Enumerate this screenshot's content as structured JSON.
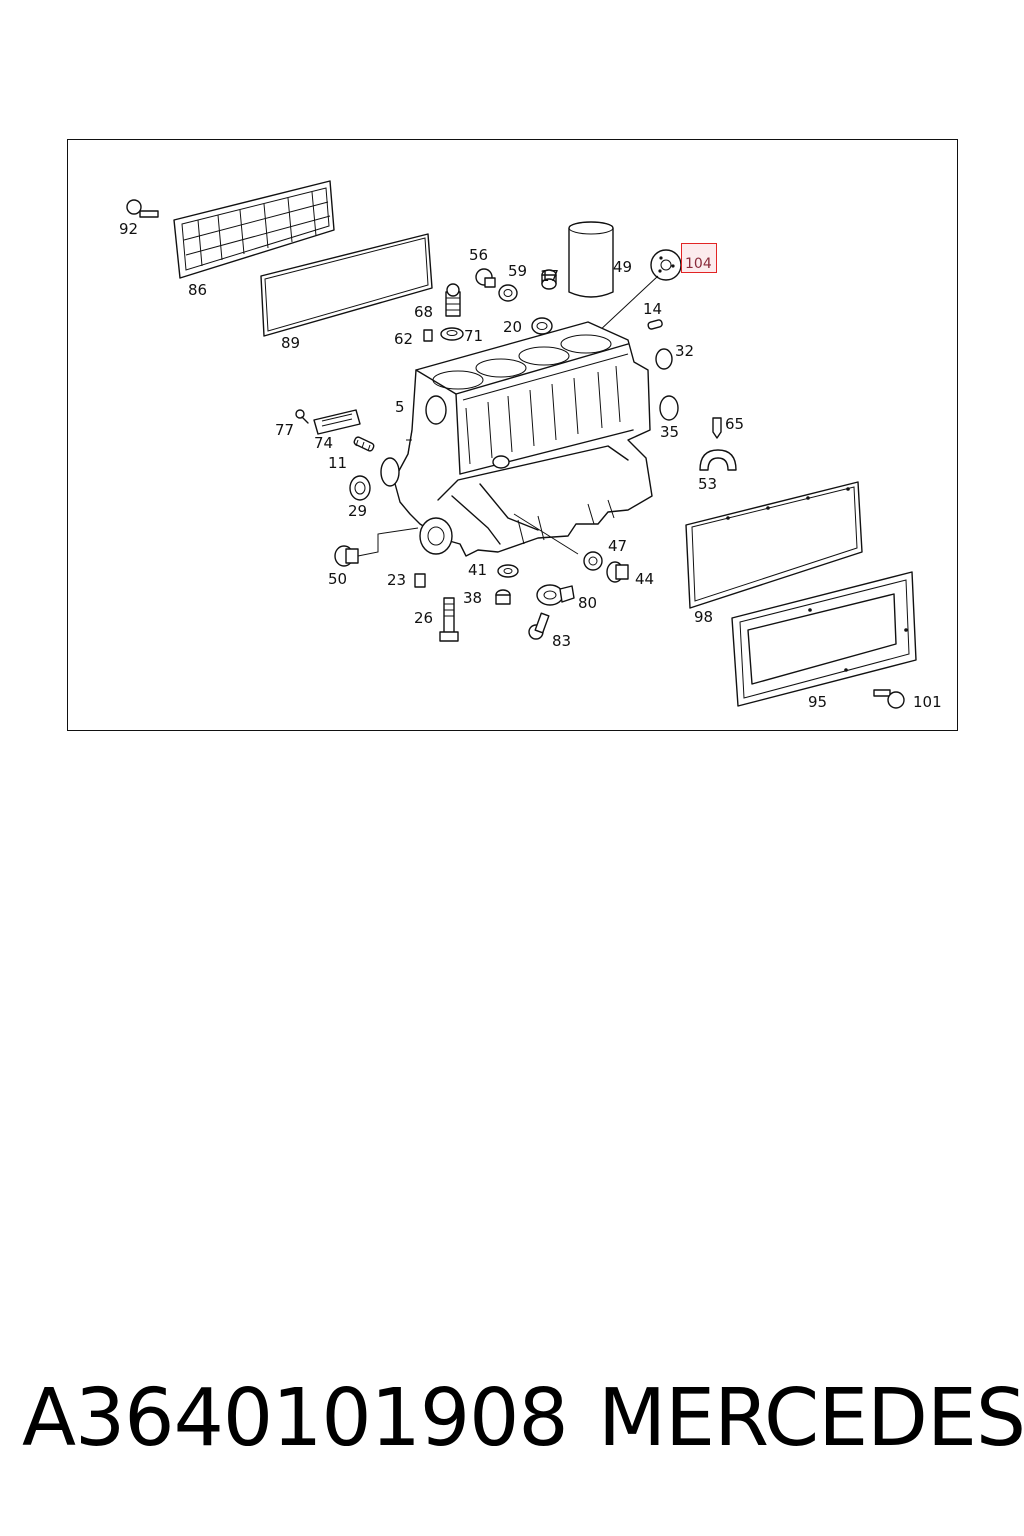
{
  "diagram": {
    "callouts": [
      {
        "id": "92",
        "label": "92"
      },
      {
        "id": "86",
        "label": "86"
      },
      {
        "id": "89",
        "label": "89"
      },
      {
        "id": "56",
        "label": "56"
      },
      {
        "id": "59",
        "label": "59"
      },
      {
        "id": "17",
        "label": "17"
      },
      {
        "id": "49",
        "label": "49"
      },
      {
        "id": "104",
        "label": "104",
        "highlighted": true
      },
      {
        "id": "68",
        "label": "68"
      },
      {
        "id": "62",
        "label": "62"
      },
      {
        "id": "71",
        "label": "71"
      },
      {
        "id": "20",
        "label": "20"
      },
      {
        "id": "14",
        "label": "14"
      },
      {
        "id": "32",
        "label": "32"
      },
      {
        "id": "5",
        "label": "5"
      },
      {
        "id": "77",
        "label": "77"
      },
      {
        "id": "74",
        "label": "74"
      },
      {
        "id": "11",
        "label": "11"
      },
      {
        "id": "35",
        "label": "35"
      },
      {
        "id": "65",
        "label": "65"
      },
      {
        "id": "53",
        "label": "53"
      },
      {
        "id": "29",
        "label": "29"
      },
      {
        "id": "50",
        "label": "50"
      },
      {
        "id": "23",
        "label": "23"
      },
      {
        "id": "41",
        "label": "41"
      },
      {
        "id": "47",
        "label": "47"
      },
      {
        "id": "44",
        "label": "44"
      },
      {
        "id": "38",
        "label": "38"
      },
      {
        "id": "80",
        "label": "80"
      },
      {
        "id": "26",
        "label": "26"
      },
      {
        "id": "83",
        "label": "83"
      },
      {
        "id": "98",
        "label": "98"
      },
      {
        "id": "95",
        "label": "95"
      },
      {
        "id": "101",
        "label": "101"
      }
    ],
    "highlight_color": "#e22424"
  },
  "footer": {
    "part_number": "A3640101908",
    "brand": "MERCEDES"
  }
}
